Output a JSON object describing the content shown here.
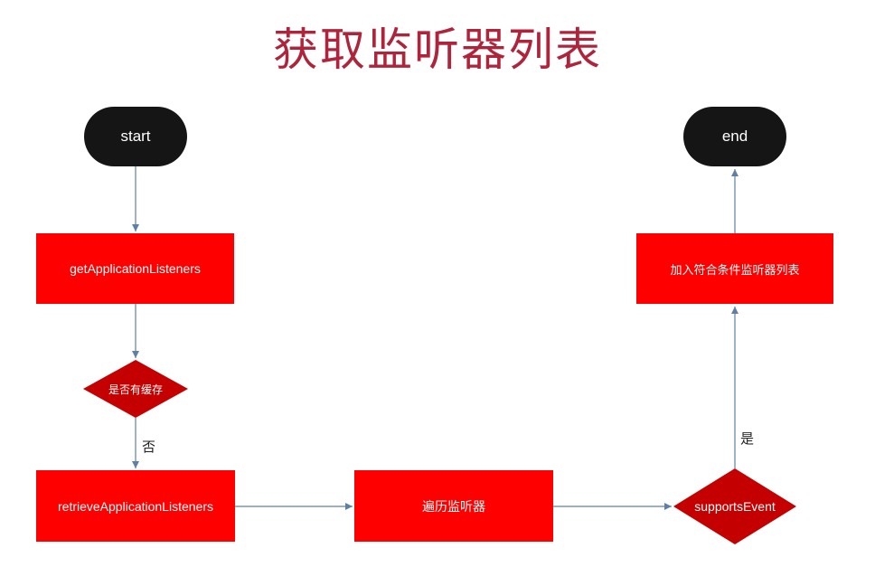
{
  "title": "获取监听器列表",
  "nodes": {
    "start": "start",
    "end": "end",
    "get_listeners": "getApplicationListeners",
    "has_cache": "是否有缓存",
    "retrieve_listeners": "retrieveApplicationListeners",
    "iterate_listeners": "遍历监听器",
    "supports_event": "supportsEvent",
    "add_matching": "加入符合条件监听器列表"
  },
  "edge_labels": {
    "no": "否",
    "yes": "是"
  },
  "colors": {
    "title": "#b0243b",
    "process_fill": "#ff0000",
    "decision_fill": "#c40000",
    "terminal_fill": "#151515",
    "connector": "#5f7fa6"
  }
}
